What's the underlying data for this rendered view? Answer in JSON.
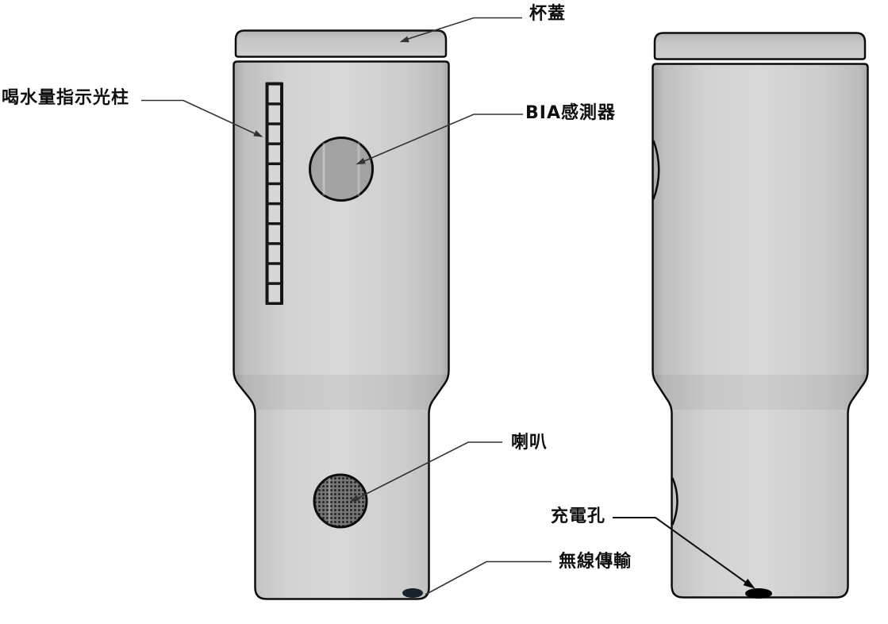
{
  "diagram": {
    "type": "product-annotation",
    "subject": "smart-tumbler-two-views",
    "labels": {
      "cup_lid": "杯蓋",
      "water_indicator": "喝水量指示光柱",
      "bia_sensor": "BIA感測器",
      "speaker": "喇叭",
      "charging_port": "充電孔",
      "wireless": "無線傳輸"
    },
    "light_bar_segments": 11,
    "colors": {
      "background": "#ffffff",
      "outline": "#0d0d0d",
      "body_center": "#d8d8d8",
      "body_edge": "#a9a9a9",
      "lid_top": "#b4b4b4",
      "lid_bottom": "#cfcfcf",
      "bia_sensor_fill": "#a2a2a2",
      "light_bar_frame": "#161616",
      "light_bar_cell": "#d6d6d6",
      "speaker_mesh_bg": "#767676",
      "speaker_mesh_dot": "#262626",
      "wireless_dot": "#16232b",
      "charging_dot": "#000000",
      "leader_line": "#333333"
    }
  }
}
